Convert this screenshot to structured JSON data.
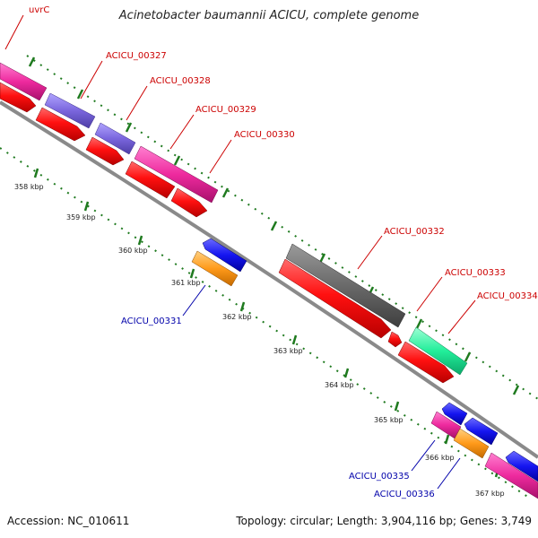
{
  "title": "Acinetobacter baumannii ACICU, complete genome",
  "footer": {
    "accession": "Accession: NC_010611",
    "topology": "Topology: circular; Length: 3,904,116 bp; Genes: 3,749"
  },
  "colors": {
    "forward_label": "#cc0000",
    "reverse_label": "#0000aa",
    "tick": "#1f7a1f",
    "backbone": "#8a8a8a"
  },
  "scale_labels": [
    "358 kbp",
    "359 kbp",
    "360 kbp",
    "361 kbp",
    "362 kbp",
    "363 kbp",
    "364 kbp",
    "365 kbp",
    "366 kbp",
    "367 kbp"
  ],
  "gene_labels": [
    {
      "text": "uvrC",
      "strand": "forward"
    },
    {
      "text": "ACICU_00327",
      "strand": "forward"
    },
    {
      "text": "ACICU_00328",
      "strand": "forward"
    },
    {
      "text": "ACICU_00329",
      "strand": "forward"
    },
    {
      "text": "ACICU_00330",
      "strand": "forward"
    },
    {
      "text": "ACICU_00332",
      "strand": "forward"
    },
    {
      "text": "ACICU_00333",
      "strand": "forward"
    },
    {
      "text": "ACICU_00334",
      "strand": "forward"
    },
    {
      "text": "ACICU_00331",
      "strand": "reverse"
    },
    {
      "text": "ACICU_00335",
      "strand": "reverse"
    },
    {
      "text": "ACICU_00336",
      "strand": "reverse"
    }
  ]
}
